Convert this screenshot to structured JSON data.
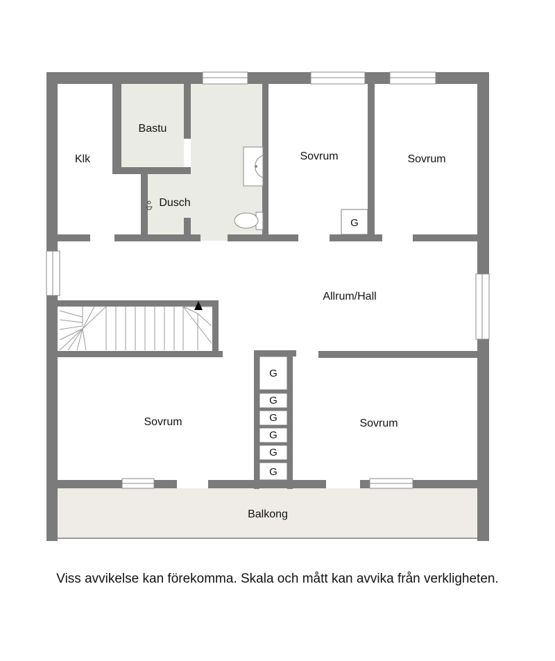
{
  "rooms": {
    "klk": "Klk",
    "bastu": "Bastu",
    "dusch": "Dusch",
    "sovrum_1": "Sovrum",
    "sovrum_2": "Sovrum",
    "allrum": "Allrum/Hall",
    "sovrum_3": "Sovrum",
    "sovrum_4": "Sovrum",
    "balkong": "Balkong"
  },
  "closets": {
    "g_bedroom": "G",
    "g_stack": [
      "G",
      "G",
      "G",
      "G",
      "G",
      "G"
    ]
  },
  "disclaimer": "Viss avvikelse kan förekomma. Skala och mått kan avvika från verkligheten.",
  "colors": {
    "wall": "#7b7b7b",
    "wet_room": "#ebebe5",
    "balcony": "#efece8",
    "background": "#ffffff"
  }
}
